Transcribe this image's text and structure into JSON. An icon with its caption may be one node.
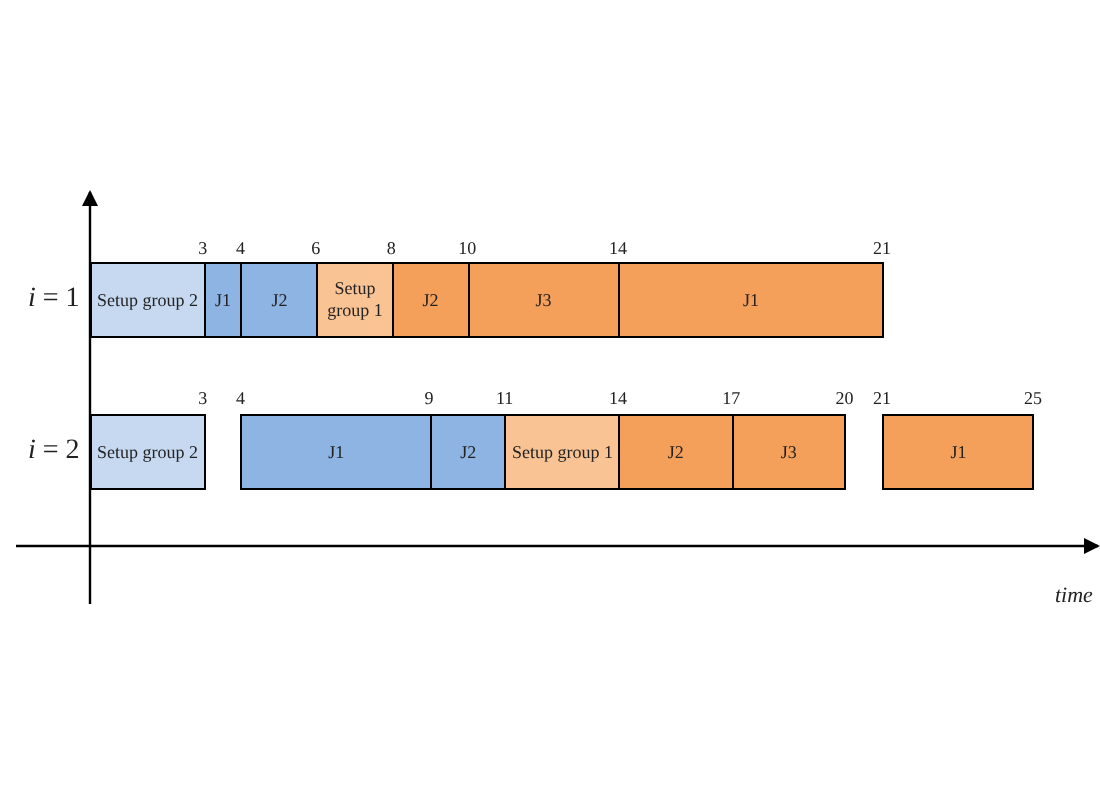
{
  "diagram": {
    "nodes": [
      {
        "text": [
          "Setup group 2"
        ]
      },
      {
        "text": [
          "J1"
        ]
      },
      {
        "text": [
          "J2"
        ]
      },
      {
        "text": [
          "Setup group 1"
        ]
      },
      {
        "text": [
          "J2"
        ]
      },
      {
        "text": [
          "J3"
        ]
      },
      {
        "text": [
          "J1"
        ]
      },
      {
        "text": [
          "Setup group 2"
        ]
      },
      {
        "text": [
          "J1"
        ]
      },
      {
        "text": [
          "J2"
        ]
      },
      {
        "text": [
          "Setup group 1"
        ]
      },
      {
        "text": [
          "J2"
        ]
      },
      {
        "text": [
          "J3"
        ]
      },
      {
        "text": [
          "J1"
        ]
      }
    ],
    "labels": [
      "3",
      "4",
      "6",
      "8",
      "10",
      "14",
      "21",
      "*i* = 1",
      "3",
      "4",
      "9",
      "11",
      "14",
      "17",
      "20",
      "21",
      "25",
      "*i* = 2",
      "time"
    ]
  }
}
